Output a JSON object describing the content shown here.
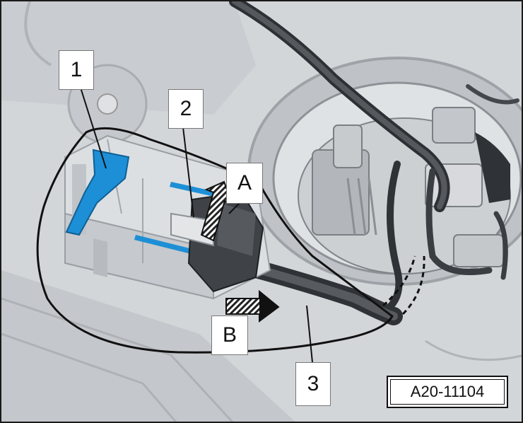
{
  "callouts": {
    "c1": "1",
    "c2": "2",
    "c3": "3",
    "cA": "A",
    "cB": "B"
  },
  "reference": "A20-11104",
  "colors": {
    "highlight": "#1d8fd6",
    "outline": "#111111",
    "body_gray": "#cfd2d5",
    "dark_part": "#3f4347"
  }
}
